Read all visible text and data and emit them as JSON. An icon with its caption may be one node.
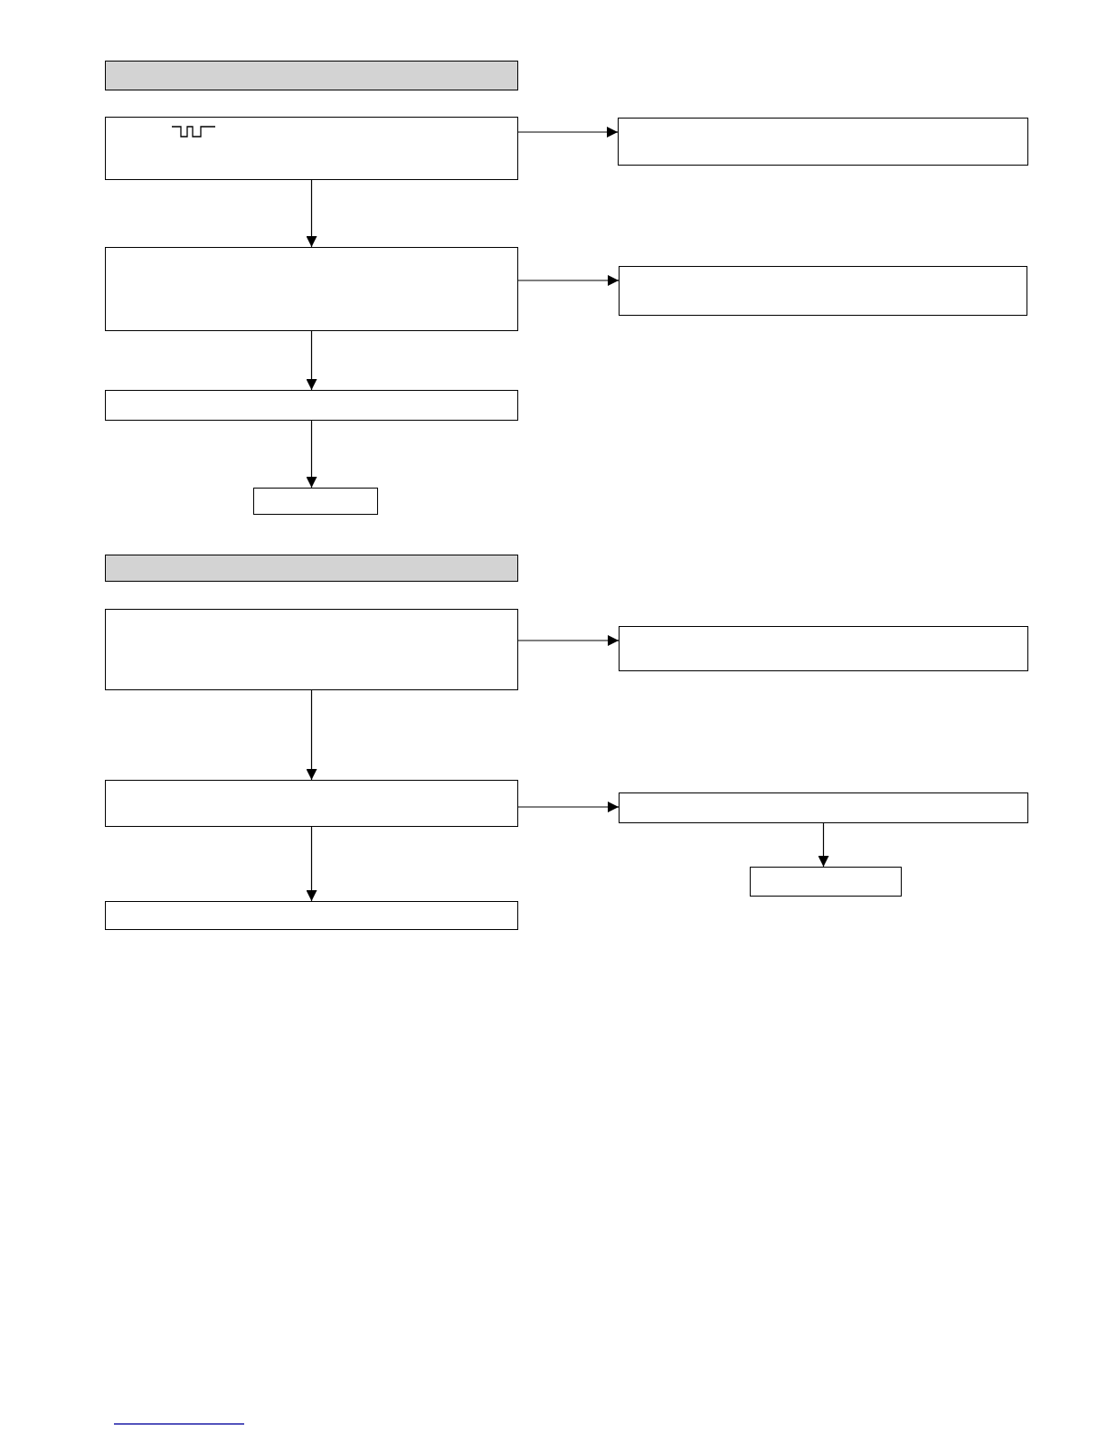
{
  "diagram": {
    "nodes": [
      {
        "text": [],
        "shape": "bar"
      },
      {
        "text": [],
        "shape": "box"
      },
      {
        "text": [],
        "shape": "box"
      },
      {
        "text": [],
        "shape": "box"
      },
      {
        "text": [],
        "shape": "box"
      },
      {
        "text": [],
        "shape": "box"
      },
      {
        "text": [],
        "shape": "box"
      },
      {
        "text": [],
        "shape": "bar"
      },
      {
        "text": [],
        "shape": "box"
      },
      {
        "text": [],
        "shape": "box"
      },
      {
        "text": [],
        "shape": "box"
      },
      {
        "text": [],
        "shape": "box"
      },
      {
        "text": [],
        "shape": "box"
      },
      {
        "text": [],
        "shape": "box"
      }
    ],
    "edges": [
      {
        "from": 1,
        "to": 2,
        "arrow": "to"
      },
      {
        "from": 1,
        "to": 3,
        "arrow": "to"
      },
      {
        "from": 3,
        "to": 4,
        "arrow": "to"
      },
      {
        "from": 3,
        "to": 5,
        "arrow": "to"
      },
      {
        "from": 5,
        "to": 6,
        "arrow": "to"
      },
      {
        "from": 8,
        "to": 9,
        "arrow": "to"
      },
      {
        "from": 8,
        "to": 10,
        "arrow": "to"
      },
      {
        "from": 10,
        "to": 11,
        "arrow": "to"
      },
      {
        "from": 11,
        "to": 12,
        "arrow": "to"
      },
      {
        "from": 10,
        "to": 13,
        "arrow": "to"
      }
    ]
  }
}
